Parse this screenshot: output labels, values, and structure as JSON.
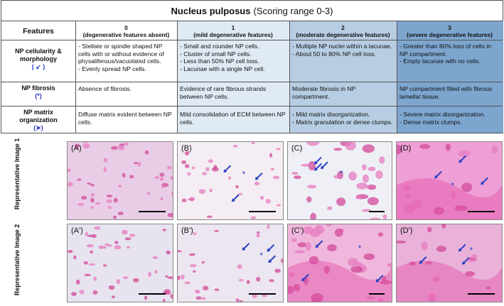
{
  "table": {
    "title_bold": "Nucleus pulposus",
    "title_rest": "(Scoring range 0-3)",
    "features_header": "Features",
    "grades": [
      {
        "num": "0",
        "desc": "(degenerative features absent)"
      },
      {
        "num": "1",
        "desc": "(mild degenerative features)"
      },
      {
        "num": "2",
        "desc": "(moderate degenerative features)"
      },
      {
        "num": "3",
        "desc": "(severe degenerative features)"
      }
    ],
    "rows": [
      {
        "feature": "NP cellularity & morphology",
        "symbol": "( ↙ )",
        "cells": [
          [
            "- Stellate or spindle shaped NP cells with or without evidence of physaliferous/vacuolated cells.",
            "- Evenly spread NP cells."
          ],
          [
            "- Small and rounder NP cells.",
            "- Cluster of small NP cells.",
            "- Less than 50% NP cell loss.",
            "- Lacunae with a single NP cell."
          ],
          [
            "- Multiple NP nuclei within a lacunae.",
            "- About 50 to 80% NP cell loss."
          ],
          [
            "- Greater than 80% loss of cells in NP compartment.",
            "- Empty lacunae with no cells."
          ]
        ]
      },
      {
        "feature": "NP fibrosis",
        "symbol": "(*)",
        "cells": [
          [
            "Absence of fibrosis."
          ],
          [
            "Evidence of rare fibrous strands between NP cells."
          ],
          [
            "Moderate fibrosis in NP compartment."
          ],
          [
            "NP compartment filled with fibrous lamella/ tissue."
          ]
        ]
      },
      {
        "feature": "NP matrix organization",
        "symbol": "(➤)",
        "cells": [
          [
            "Diffuse matrix evident between NP cells."
          ],
          [
            "Mild consolidation of ECM between NP cells."
          ],
          [
            "- Mild matrix disorganization.",
            "- Matrix granulation or dense clumps."
          ],
          [
            "- Severe matrix disorganization.",
            "- Dense matrix clumps."
          ]
        ]
      }
    ]
  },
  "images": {
    "row_labels": [
      "Representative Image 1",
      "Representative Image 2"
    ],
    "panels": [
      "(A)",
      "(B)",
      "(C)",
      "(D)",
      "(A')",
      "(B')",
      "(C')",
      "(D')"
    ]
  },
  "colors": {
    "grade2_bg": "#dfeaf4",
    "grade3_bg": "#b7cde3",
    "grade4_bg": "#7da6cf",
    "stain_pink": "#e36db0",
    "arrow_blue": "#2a3fc4"
  }
}
